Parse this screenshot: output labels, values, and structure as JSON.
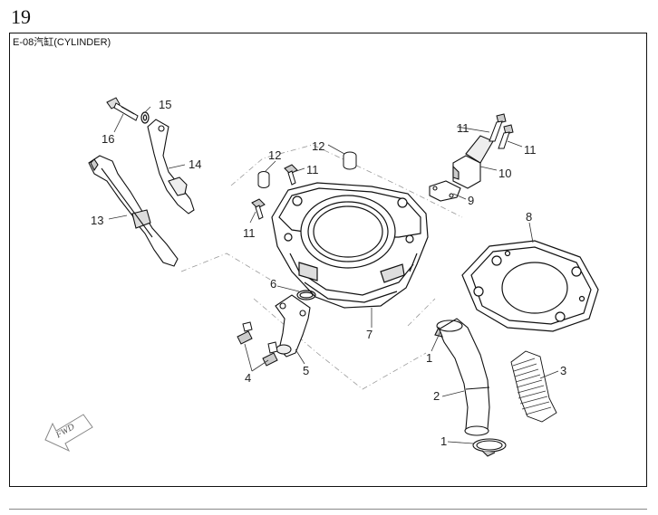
{
  "page": {
    "number": "19"
  },
  "section": {
    "title": "E-08汽缸(CYLINDER)"
  },
  "callouts": {
    "c1a": "1",
    "c1b": "1",
    "c2": "2",
    "c3": "3",
    "c4": "4",
    "c5": "5",
    "c6": "6",
    "c7": "7",
    "c8": "8",
    "c9": "9",
    "c10": "10",
    "c11a": "11",
    "c11b": "11",
    "c11c": "11",
    "c11d": "11",
    "c12a": "12",
    "c12b": "12",
    "c13": "13",
    "c14": "14",
    "c15": "15",
    "c16": "16"
  },
  "direction": {
    "label": "FWD"
  },
  "colors": {
    "line": "#111111",
    "leader": "#333333",
    "dash": "#999999"
  }
}
